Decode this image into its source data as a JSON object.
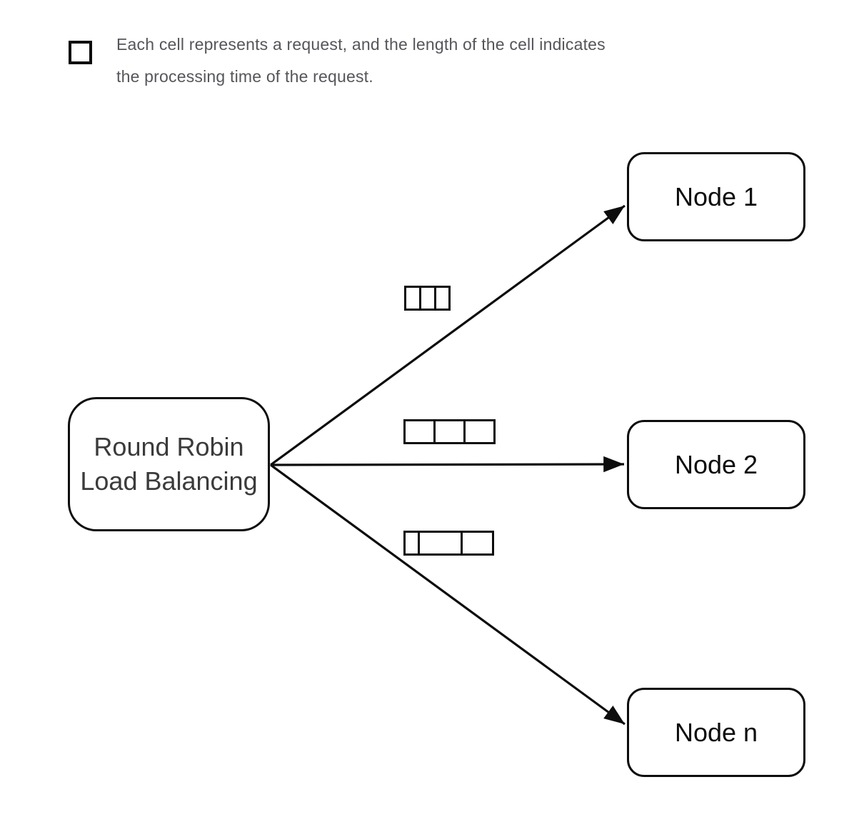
{
  "legend": {
    "icon": "empty-cell-square",
    "line1": "Each cell represents a request, and the length of the cell indicates",
    "line2": "the processing time of the request."
  },
  "balancer": {
    "line1": "Round Robin",
    "line2": "Load Balancing"
  },
  "nodes": [
    {
      "label": "Node 1"
    },
    {
      "label": "Node 2"
    },
    {
      "label": "Node n"
    }
  ],
  "queues": [
    {
      "to": "Node 1",
      "request_count": 3,
      "cell_widths": [
        24,
        24,
        23
      ]
    },
    {
      "to": "Node 2",
      "request_count": 3,
      "cell_widths": [
        45,
        45,
        45
      ]
    },
    {
      "to": "Node n",
      "request_count": 3,
      "cell_widths": [
        23,
        63,
        47
      ]
    }
  ],
  "colors": {
    "stroke": "#0d0d0d",
    "balancer_text": "#3b3b3b",
    "legend_text": "#55565a",
    "background": "#ffffff"
  }
}
